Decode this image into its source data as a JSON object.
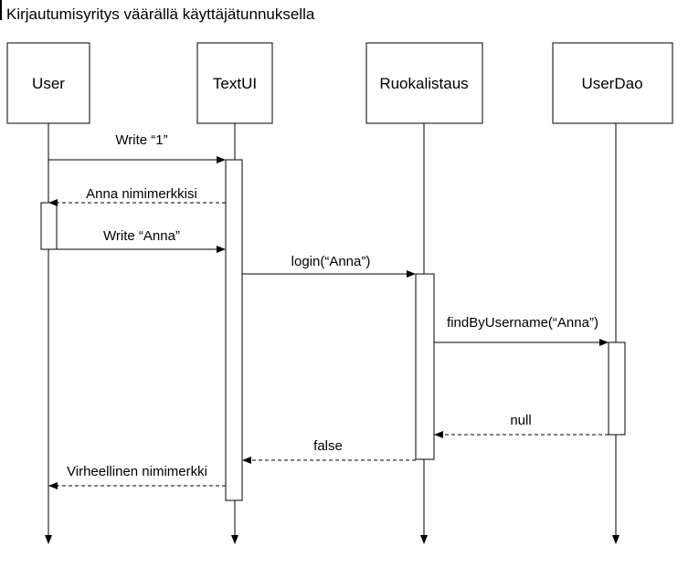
{
  "title": "Kirjautumisyritys väärällä käyttäjätunnuksella",
  "participants": [
    {
      "id": "user",
      "label": "User"
    },
    {
      "id": "textui",
      "label": "TextUI"
    },
    {
      "id": "ruokalistaus",
      "label": "Ruokalistaus"
    },
    {
      "id": "userdao",
      "label": "UserDao"
    }
  ],
  "messages": [
    {
      "id": "write-1",
      "label": "Write “1”",
      "from": "user",
      "to": "textui",
      "kind": "call"
    },
    {
      "id": "anna-nimimerkkisi",
      "label": "Anna nimimerkkisi",
      "from": "textui",
      "to": "user",
      "kind": "return"
    },
    {
      "id": "write-anna",
      "label": "Write “Anna”",
      "from": "user",
      "to": "textui",
      "kind": "call"
    },
    {
      "id": "login",
      "label": "login(“Anna”)",
      "from": "textui",
      "to": "ruokalistaus",
      "kind": "call"
    },
    {
      "id": "find-by-username",
      "label": "findByUsername(“Anna”)",
      "from": "ruokalistaus",
      "to": "userdao",
      "kind": "call"
    },
    {
      "id": "null",
      "label": "null",
      "from": "userdao",
      "to": "ruokalistaus",
      "kind": "return"
    },
    {
      "id": "false",
      "label": "false",
      "from": "ruokalistaus",
      "to": "textui",
      "kind": "return"
    },
    {
      "id": "virheellinen-nimimerkki",
      "label": "Virheellinen nimimerkki",
      "from": "textui",
      "to": "user",
      "kind": "return"
    }
  ]
}
